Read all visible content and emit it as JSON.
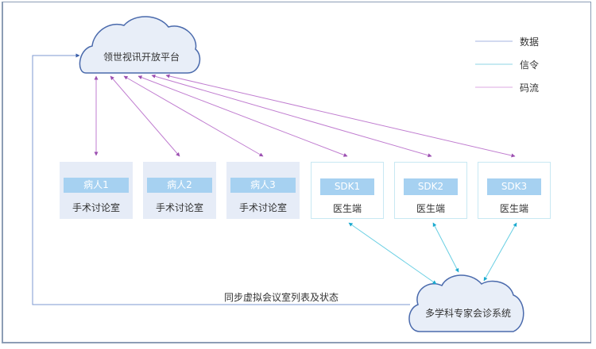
{
  "colors": {
    "data": "#6f8fc9",
    "signal": "#4cc3dc",
    "stream": "#b56fc6",
    "frame": "#8c9db5",
    "cloud_fill": "#e8eef8",
    "cloud_stroke": "#4a6aac",
    "tag_fill": "#a6d1f1"
  },
  "platform": {
    "label": "领世视讯开放平台"
  },
  "mdt": {
    "label": "多学科专家会诊系统"
  },
  "sync_label": "同步虚拟会议室列表及状态",
  "legend": [
    {
      "label": "数据",
      "type": "data"
    },
    {
      "label": "信令",
      "type": "signal"
    },
    {
      "label": "码流",
      "type": "stream"
    }
  ],
  "patient_rooms": [
    {
      "tag": "病人1",
      "sub": "手术讨论室"
    },
    {
      "tag": "病人2",
      "sub": "手术讨论室"
    },
    {
      "tag": "病人3",
      "sub": "手术讨论室"
    }
  ],
  "doctors": [
    {
      "tag": "SDK1",
      "sub": "医生端"
    },
    {
      "tag": "SDK2",
      "sub": "医生端"
    },
    {
      "tag": "SDK3",
      "sub": "医生端"
    }
  ]
}
